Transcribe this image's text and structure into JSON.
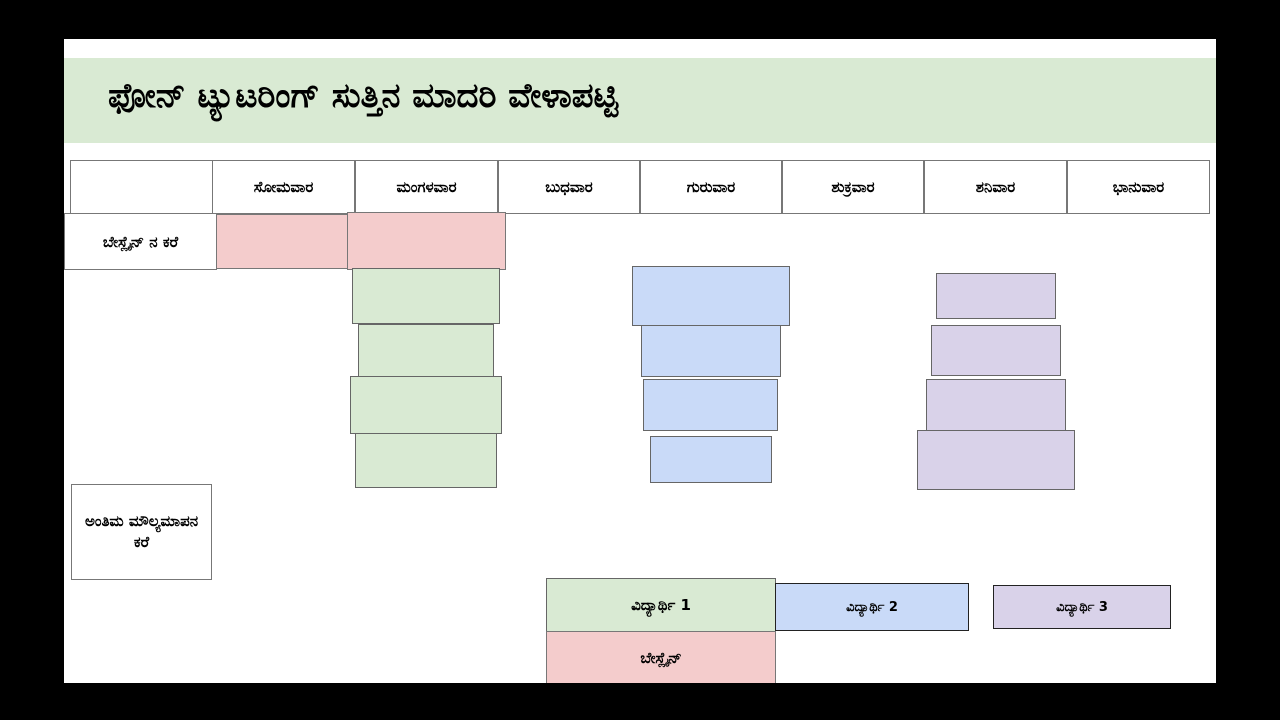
{
  "title": "ಫೋನ್ ಟ್ಯುಟರಿಂಗ್ ಸುತ್ತಿನ ಮಾದರಿ ವೇಳಾಪಟ್ಟಿ",
  "days": [
    "ಸೋಮವಾರ",
    "ಮಂಗಳವಾರ",
    "ಬುಧವಾರ",
    "ಗುರುವಾರ",
    "ಶುಕ್ರವಾರ",
    "ಶನಿವಾರ",
    "ಭಾನುವಾರ"
  ],
  "baseline_row_label": "ಬೇಸ್ಲೈನ್ ನ ಕರೆ",
  "final_row_label": "ಅಂತಿಮ ಮೌಲ್ಯಮಾಪನ ಕರೆ",
  "legend": {
    "student1": "ವಿದ್ಯಾರ್ಥಿ 1",
    "student2": "ವಿದ್ಯಾರ್ಥಿ 2",
    "student3": "ವಿದ್ಯಾರ್ಥಿ 3",
    "baseline": "ಬೇಸ್ಲೈನ್"
  },
  "colors": {
    "baseline": "#f4cccc",
    "student1": "#d9ead3",
    "student2": "#c9daf8",
    "student3": "#d9d2e9"
  }
}
